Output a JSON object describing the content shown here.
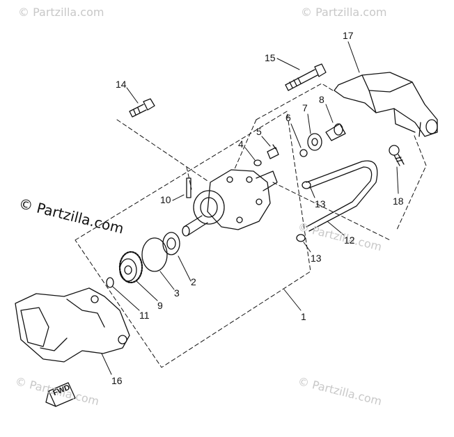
{
  "watermarks": {
    "top_left": "© Partzilla.com",
    "top_right": "© Partzilla.com",
    "mid_left": "© Partzilla.com",
    "mid_right": "© Partzilla.com",
    "bottom_left": "© Partzilla.com",
    "bottom_right": "© Partzilla.com"
  },
  "direction_marker": "FWD",
  "callouts": {
    "c1": "1",
    "c2": "2",
    "c3": "3",
    "c4": "4",
    "c5": "5",
    "c6": "6",
    "c7": "7",
    "c8": "8",
    "c9": "9",
    "c10": "10",
    "c11": "11",
    "c12": "12",
    "c13a": "13",
    "c13b": "13",
    "c14": "14",
    "c15": "15",
    "c16": "16",
    "c17": "17",
    "c18": "18"
  },
  "colors": {
    "ink": "#111111",
    "watermark": "#c8c8c8",
    "background": "#ffffff"
  }
}
